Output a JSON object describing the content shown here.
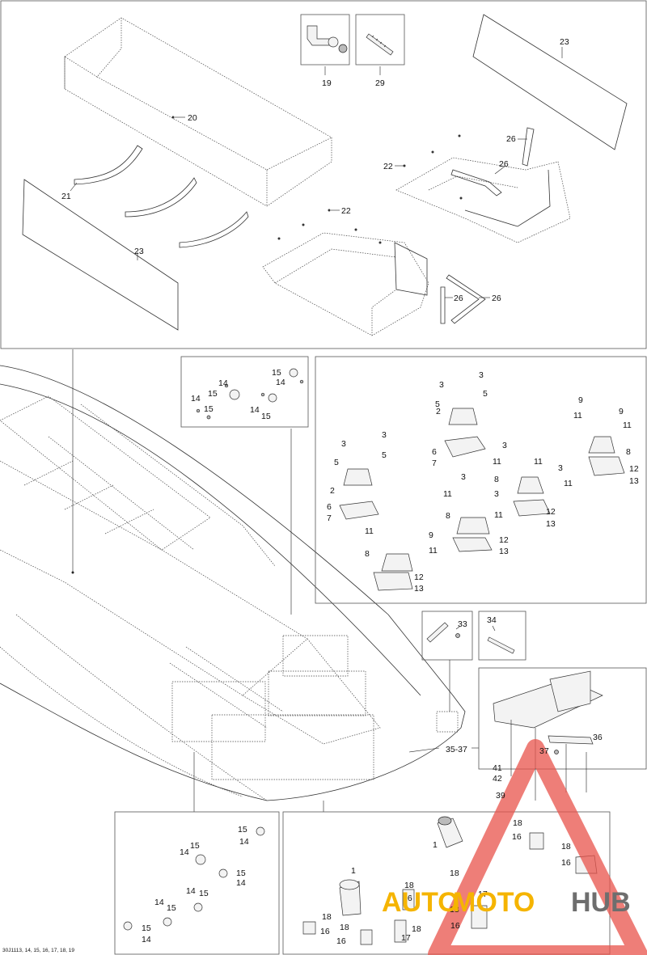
{
  "diagram": {
    "reference_code": "30J1113, 14, 15, 16, 17, 18, 19",
    "callouts": {
      "p19": "19",
      "p29": "29",
      "p23": "23",
      "p20": "20",
      "p21": "21",
      "p22": "22",
      "p26": "26",
      "p15": "15",
      "p14": "14",
      "p3": "3",
      "p5": "5",
      "p2": "2",
      "p6": "6",
      "p7": "7",
      "p9": "9",
      "p11": "11",
      "p8": "8",
      "p12": "12",
      "p13": "13",
      "p33": "33",
      "p34": "34",
      "p36": "36",
      "p37": "37",
      "p35_37": "35-37",
      "p41": "41",
      "p42": "42",
      "p39": "39",
      "p18": "18",
      "p16": "16",
      "p17": "17",
      "p1": "1"
    }
  },
  "watermark": {
    "text_auto": "AUTO",
    "text_moto": "MOTO",
    "text_hub": "HUB",
    "colors": {
      "triangle": "#e8534b",
      "auto": "#f5b400",
      "moto": "#f5b400",
      "hub": "#6e6e6e"
    }
  }
}
